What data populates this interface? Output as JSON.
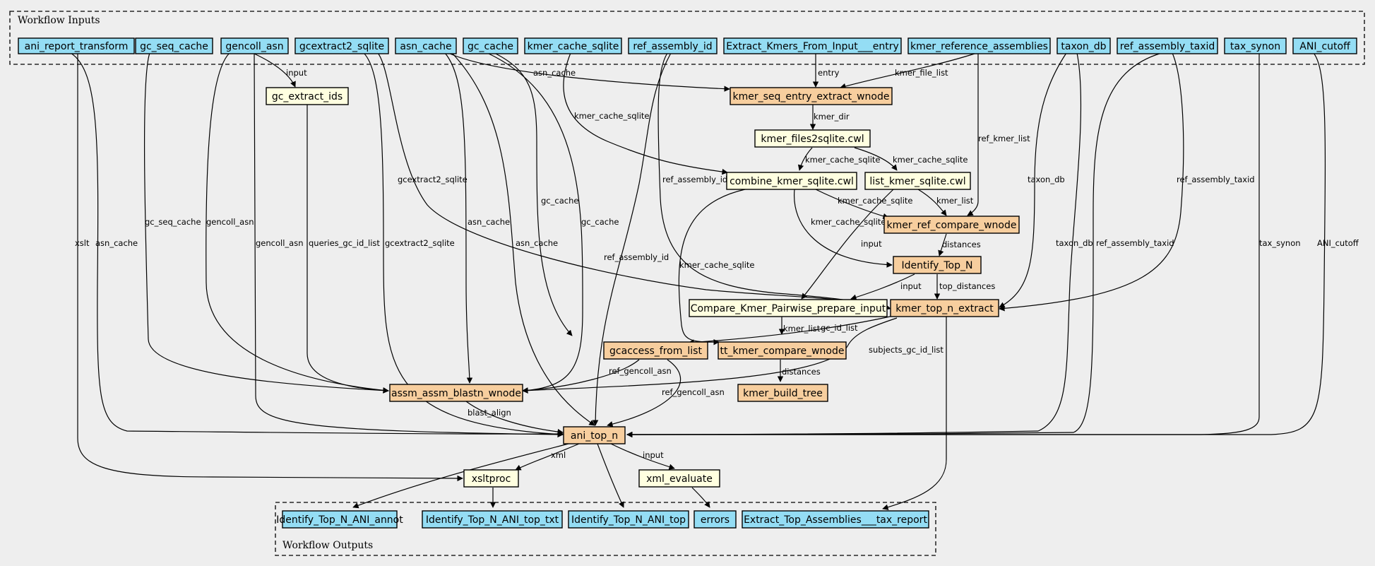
{
  "colors": {
    "background": "#eeeeee",
    "io": "#94ddf4",
    "tool": "#ffffe0",
    "subworkflow": "#f7ce9e"
  },
  "clusters": {
    "inputs": "Workflow Inputs",
    "outputs": "Workflow Outputs"
  },
  "nodes": {
    "ani_report_transform": "ani_report_transform",
    "gc_seq_cache": "gc_seq_cache",
    "gencoll_asn": "gencoll_asn",
    "gcextract2_sqlite": "gcextract2_sqlite",
    "asn_cache": "asn_cache",
    "gc_cache": "gc_cache",
    "kmer_cache_sqlite": "kmer_cache_sqlite",
    "ref_assembly_id": "ref_assembly_id",
    "extract_kmers_entry": "Extract_Kmers_From_Input___entry",
    "kmer_reference_assemblies": "kmer_reference_assemblies",
    "taxon_db": "taxon_db",
    "ref_assembly_taxid": "ref_assembly_taxid",
    "tax_synon": "tax_synon",
    "ani_cutoff": "ANI_cutoff",
    "gc_extract_ids": "gc_extract_ids",
    "kmer_seq_entry_extract_wnode": "kmer_seq_entry_extract_wnode",
    "kmer_files2sqlite": "kmer_files2sqlite.cwl",
    "combine_kmer_sqlite": "combine_kmer_sqlite.cwl",
    "list_kmer_sqlite": "list_kmer_sqlite.cwl",
    "kmer_ref_compare_wnode": "kmer_ref_compare_wnode",
    "identify_top_n": "Identify_Top_N",
    "compare_kmer_pairwise": "Compare_Kmer_Pairwise_prepare_input",
    "kmer_top_n_extract": "kmer_top_n_extract",
    "gcaccess_from_list": "gcaccess_from_list",
    "tt_kmer_compare_wnode": "tt_kmer_compare_wnode",
    "kmer_build_tree": "kmer_build_tree",
    "assm_assm_blastn_wnode": "assm_assm_blastn_wnode",
    "ani_top_n": "ani_top_n",
    "xsltproc": "xsltproc",
    "xml_evaluate": "xml_evaluate",
    "out_annot": "Identify_Top_N_ANI_annot",
    "out_top_txt": "Identify_Top_N_ANI_top_txt",
    "out_top": "Identify_Top_N_ANI_top",
    "out_errors": "errors",
    "out_tax_report": "Extract_Top_Assemblies___tax_report"
  },
  "edge_labels": {
    "input": "input",
    "asn_cache": "asn_cache",
    "entry": "entry",
    "kmer_file_list": "kmer_file_list",
    "kmer_dir": "kmer_dir",
    "kmer_cache_sqlite": "kmer_cache_sqlite",
    "ref_kmer_list": "ref_kmer_list",
    "gcextract2_sqlite": "gcextract2_sqlite",
    "ref_assembly_id": "ref_assembly_id",
    "taxon_db": "taxon_db",
    "ref_assembly_taxid": "ref_assembly_taxid",
    "gc_cache": "gc_cache",
    "kmer_list": "kmer_list",
    "gc_seq_cache": "gc_seq_cache",
    "gencoll_asn": "gencoll_asn",
    "queries_gc_id_list": "queries_gc_id_list",
    "xslt": "xslt",
    "distances": "distances",
    "tax_synon": "tax_synon",
    "ani_cutoff": "ANI_cutoff",
    "top_distances": "top_distances",
    "gc_id_list": "gc_id_list",
    "subjects_gc_id_list": "subjects_gc_id_list",
    "ref_gencoll_asn": "ref_gencoll_asn",
    "blast_align": "blast_align",
    "xml": "xml"
  }
}
